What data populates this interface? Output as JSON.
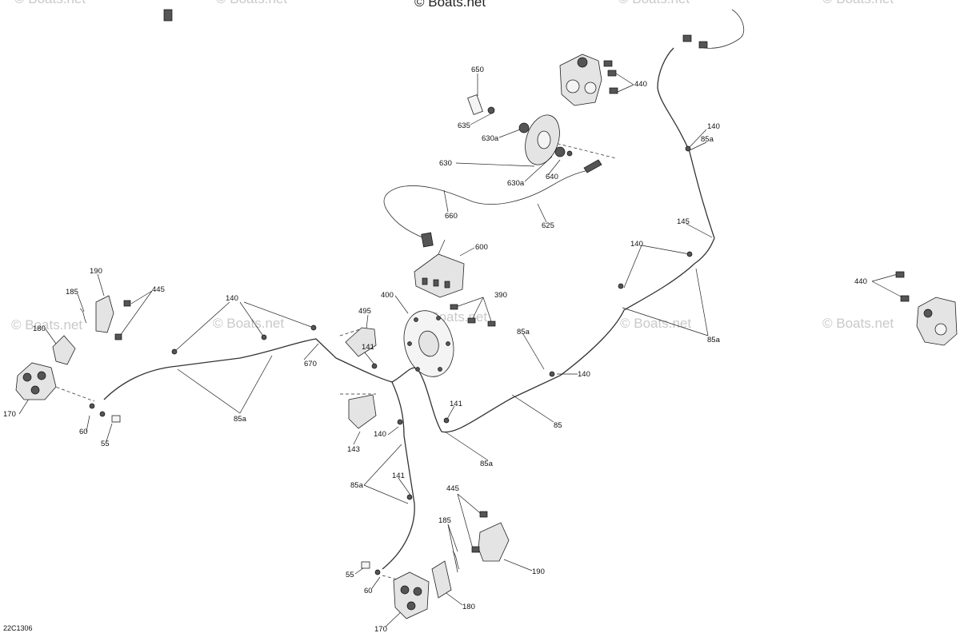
{
  "watermarks": {
    "top_center": "© Boats.net",
    "repeat": "© Boats.net"
  },
  "diagram_code": "22C1306",
  "callouts": {
    "c650": "650",
    "c635": "635",
    "c630a_top": "630a",
    "c630": "630",
    "c630a_bot": "630a",
    "c640": "640",
    "c660": "660",
    "c625": "625",
    "c600": "600",
    "c440_top": "440",
    "c440_right": "440",
    "c140_tr": "140",
    "c85a_tr": "85a",
    "c145": "145",
    "c140_mid": "140",
    "c85a_right": "85a",
    "c400": "400",
    "c390": "390",
    "c495": "495",
    "c141_a": "141",
    "c670": "670",
    "c85a_center": "85a",
    "c140_center": "140",
    "c85": "85",
    "c141_b": "141",
    "c85a_low": "85a",
    "c140_left": "140",
    "c85a_left": "85a",
    "c190_left": "190",
    "c185_left": "185",
    "c445_left": "445",
    "c180_left": "180",
    "c170_left": "170",
    "c60_left": "60",
    "c55_left": "55",
    "c143": "143",
    "c140_low": "140",
    "c85a_lower": "85a",
    "c141_c": "141",
    "c445_bot": "445",
    "c185_bot": "185",
    "c190_bot": "190",
    "c55_bot": "55",
    "c60_bot": "60",
    "c180_bot": "180",
    "c170_bot": "170"
  }
}
